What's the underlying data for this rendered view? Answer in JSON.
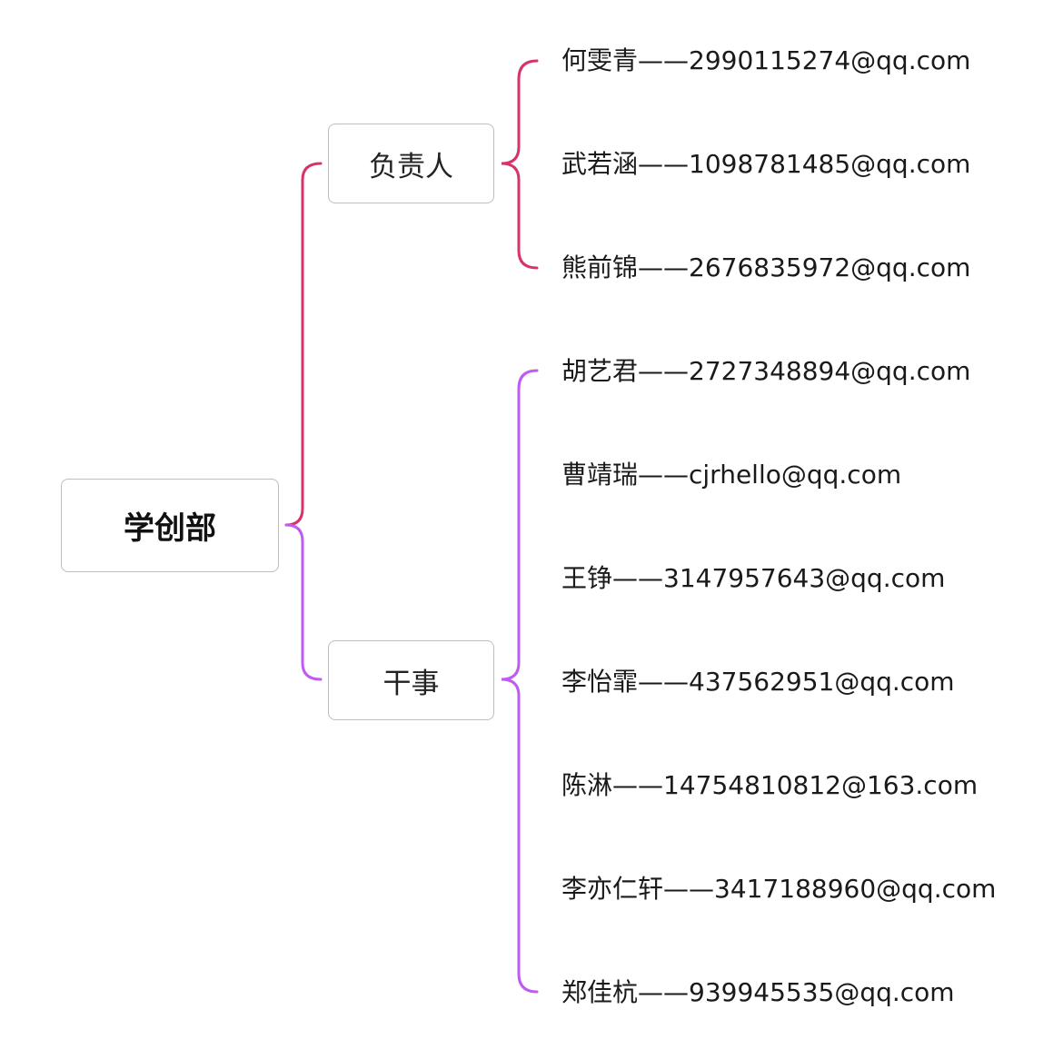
{
  "diagram": {
    "root": {
      "label": "学创部"
    },
    "branches": [
      {
        "label": "负责人",
        "color": "#d6336c",
        "members": [
          "何雯青——2990115274@qq.com",
          "武若涵——1098781485@qq.com",
          "熊前锦——2676835972@qq.com"
        ]
      },
      {
        "label": "干事",
        "color": "#bf5af2",
        "members": [
          "胡艺君——2727348894@qq.com",
          "曹靖瑞——cjrhello@qq.com",
          "王铮——3147957643@qq.com",
          "李怡霏——437562951@qq.com",
          "陈淋——14754810812@163.com",
          "李亦仁轩——3417188960@qq.com",
          "郑佳杭——939945535@qq.com"
        ]
      }
    ]
  }
}
